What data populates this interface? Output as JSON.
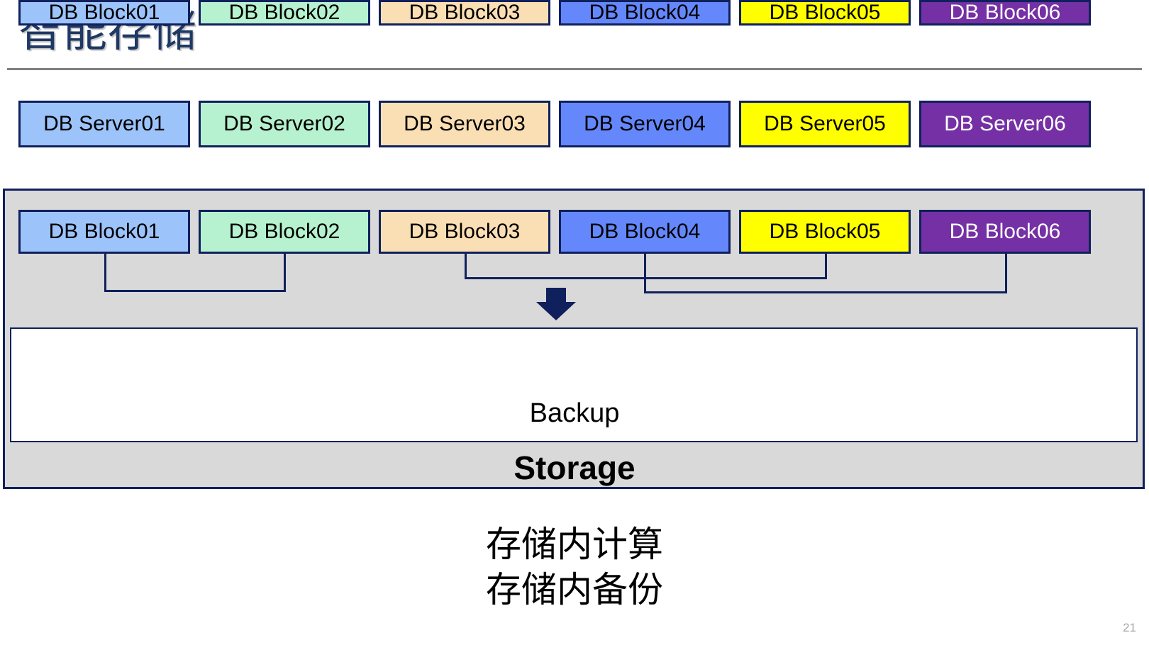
{
  "slide": {
    "title": "智能存储",
    "page_number": "21",
    "caption_lines": [
      "存储内计算",
      "存储内备份"
    ]
  },
  "colors": {
    "title": "#1f3864",
    "border": "#10205c",
    "panel_fill": "#d9d9d9",
    "rule": "#808080",
    "page_number": "#a6a6a6",
    "swatch_blue": "#9dc3fb",
    "swatch_green": "#b6f2cf",
    "swatch_peach": "#fbdfb4",
    "swatch_royal": "#6488fb",
    "swatch_yellow": "#ffff00",
    "swatch_purple": "#7430a4"
  },
  "server_row": {
    "items": [
      {
        "label": "DB Server01",
        "color": "blue"
      },
      {
        "label": "DB Server02",
        "color": "green"
      },
      {
        "label": "DB Server03",
        "color": "peach"
      },
      {
        "label": "DB Server04",
        "color": "royal"
      },
      {
        "label": "DB Server05",
        "color": "yellow"
      },
      {
        "label": "DB Server06",
        "color": "purple"
      }
    ]
  },
  "storage": {
    "label": "Storage",
    "block_row_top": {
      "items": [
        {
          "label": "DB Block01",
          "color": "blue"
        },
        {
          "label": "DB Block02",
          "color": "green"
        },
        {
          "label": "DB Block03",
          "color": "peach"
        },
        {
          "label": "DB Block04",
          "color": "royal"
        },
        {
          "label": "DB Block05",
          "color": "yellow"
        },
        {
          "label": "DB Block06",
          "color": "purple"
        }
      ]
    },
    "backup": {
      "label": "Backup",
      "items": [
        {
          "label": "DB Block01",
          "color": "blue"
        },
        {
          "label": "DB Block02",
          "color": "green"
        },
        {
          "label": "DB Block03",
          "color": "peach"
        },
        {
          "label": "DB Block04",
          "color": "royal"
        },
        {
          "label": "DB Block05",
          "color": "yellow"
        },
        {
          "label": "DB Block06",
          "color": "purple"
        }
      ]
    },
    "connectors": [
      {
        "from": "DB Block01",
        "to": "DB Block02"
      },
      {
        "from": "DB Block03",
        "to": "DB Block05"
      },
      {
        "from": "DB Block04",
        "to": "DB Block06"
      }
    ],
    "flow_arrow": "down-arrow"
  }
}
